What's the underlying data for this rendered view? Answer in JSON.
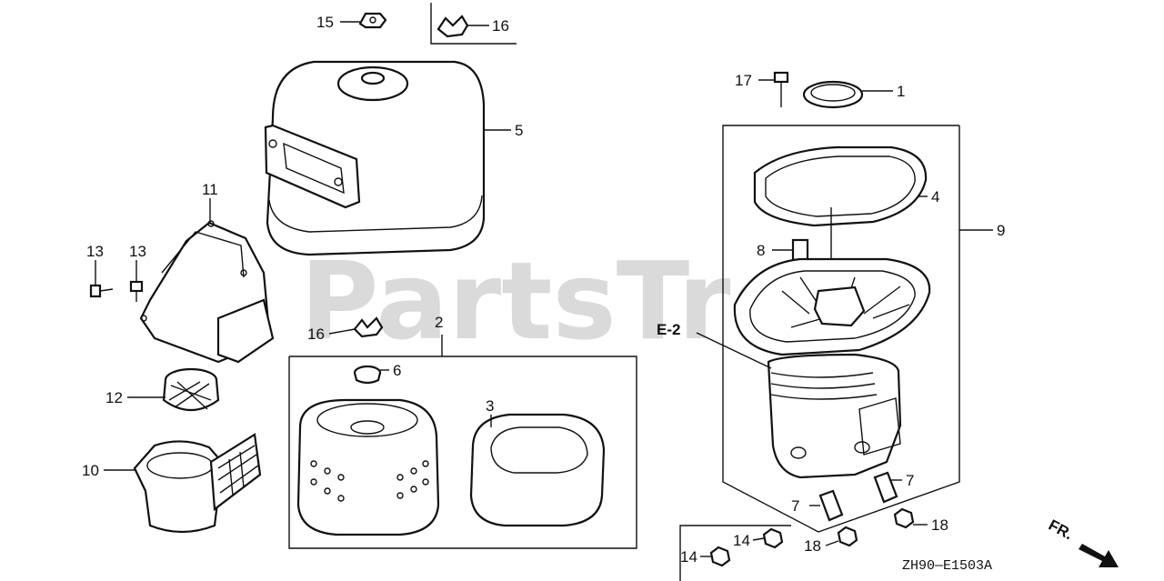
{
  "watermark": "PartsTree",
  "diagram_code": "ZH90—E1503A",
  "direction_label": "FR.",
  "reference_label": "E-2",
  "callouts": {
    "c1": "1",
    "c2": "2",
    "c3": "3",
    "c4": "4",
    "c5": "5",
    "c6": "6",
    "c7a": "7",
    "c7b": "7",
    "c8": "8",
    "c9": "9",
    "c10": "10",
    "c11": "11",
    "c12": "12",
    "c13a": "13",
    "c13b": "13",
    "c14a": "14",
    "c14b": "14",
    "c15": "15",
    "c16a": "16",
    "c16b": "16",
    "c17": "17",
    "c18a": "18",
    "c18b": "18"
  }
}
